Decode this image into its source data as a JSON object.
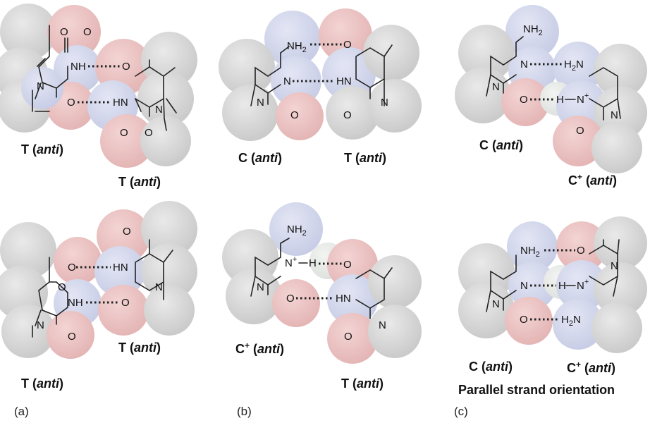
{
  "colors": {
    "carbon_sphere": "#c9c9c9",
    "nitrogen_sphere": "#c6cbe6",
    "oxygen_sphere": "#e9b1b1",
    "hydrogen_sphere": "#e2e6e2",
    "text": "#111111"
  },
  "atoms": {
    "o": "O",
    "n": "N",
    "h": "H",
    "nh": "NH",
    "hn": "HN",
    "nh2": "NH",
    "h2n": "H",
    "sub2": "2",
    "plus": "+",
    "h2_prefix": "H",
    "n_suffix": "N"
  },
  "labels": {
    "a_top_left": {
      "base": "T",
      "conf": "anti"
    },
    "a_top_right": {
      "base": "T",
      "conf": "anti"
    },
    "a_bottom_right": {
      "base": "T",
      "conf": "anti"
    },
    "a_bottom_left": {
      "base": "T",
      "conf": "anti"
    },
    "b_top_left": {
      "base": "C",
      "conf": "anti"
    },
    "b_top_right": {
      "base": "T",
      "conf": "anti"
    },
    "b_bottom_left": {
      "base": "C",
      "sup": "+",
      "conf": "anti"
    },
    "b_bottom_right": {
      "base": "T",
      "conf": "anti"
    },
    "c_top_left": {
      "base": "C",
      "conf": "anti"
    },
    "c_top_right": {
      "base": "C",
      "sup": "+",
      "conf": "anti"
    },
    "c_bottom_left": {
      "base": "C",
      "conf": "anti"
    },
    "c_bottom_right": {
      "base": "C",
      "sup": "+",
      "conf": "anti"
    }
  },
  "caption_c": "Parallel strand orientation",
  "panels": {
    "a": "(a)",
    "b": "(b)",
    "c": "(c)"
  }
}
